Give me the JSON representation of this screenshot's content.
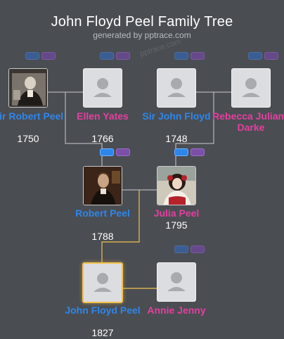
{
  "header": {
    "title": "John Floyd Peel Family Tree",
    "subtitle": "generated by pptrace.com",
    "watermark": "pptrace.com"
  },
  "colors": {
    "male": "#2f86ea",
    "female": "#e53fa0",
    "line": "#c9ccd1",
    "highlight_line": "#f2c14e",
    "background": "#4a4d52"
  },
  "people": [
    {
      "id": "sir-robert-peel",
      "name": "Sir Robert Peel",
      "year": "1750",
      "gender": "male",
      "photo": true
    },
    {
      "id": "ellen-yates",
      "name": "Ellen Yates",
      "year": "1766",
      "gender": "female",
      "photo": false
    },
    {
      "id": "sir-john-floyd",
      "name": "Sir John Floyd",
      "year": "1748",
      "gender": "male",
      "photo": false
    },
    {
      "id": "rebecca-juliana-darke",
      "name": "Rebecca Juliana Darke",
      "year": "",
      "gender": "female",
      "photo": false
    },
    {
      "id": "robert-peel",
      "name": "Robert Peel",
      "year": "1788",
      "gender": "male",
      "photo": true
    },
    {
      "id": "julia-peel",
      "name": "Julia Peel",
      "year": "1795",
      "gender": "female",
      "photo": true
    },
    {
      "id": "john-floyd-peel",
      "name": "John Floyd Peel",
      "year": "1827",
      "gender": "male",
      "photo": false,
      "selected": true
    },
    {
      "id": "annie-jenny",
      "name": "Annie Jenny",
      "year": "",
      "gender": "female",
      "photo": false
    }
  ],
  "icons": {
    "expand_parents": "expand-parents-icon",
    "expand_children": "expand-children-icon",
    "placeholder": "person-placeholder-icon"
  }
}
